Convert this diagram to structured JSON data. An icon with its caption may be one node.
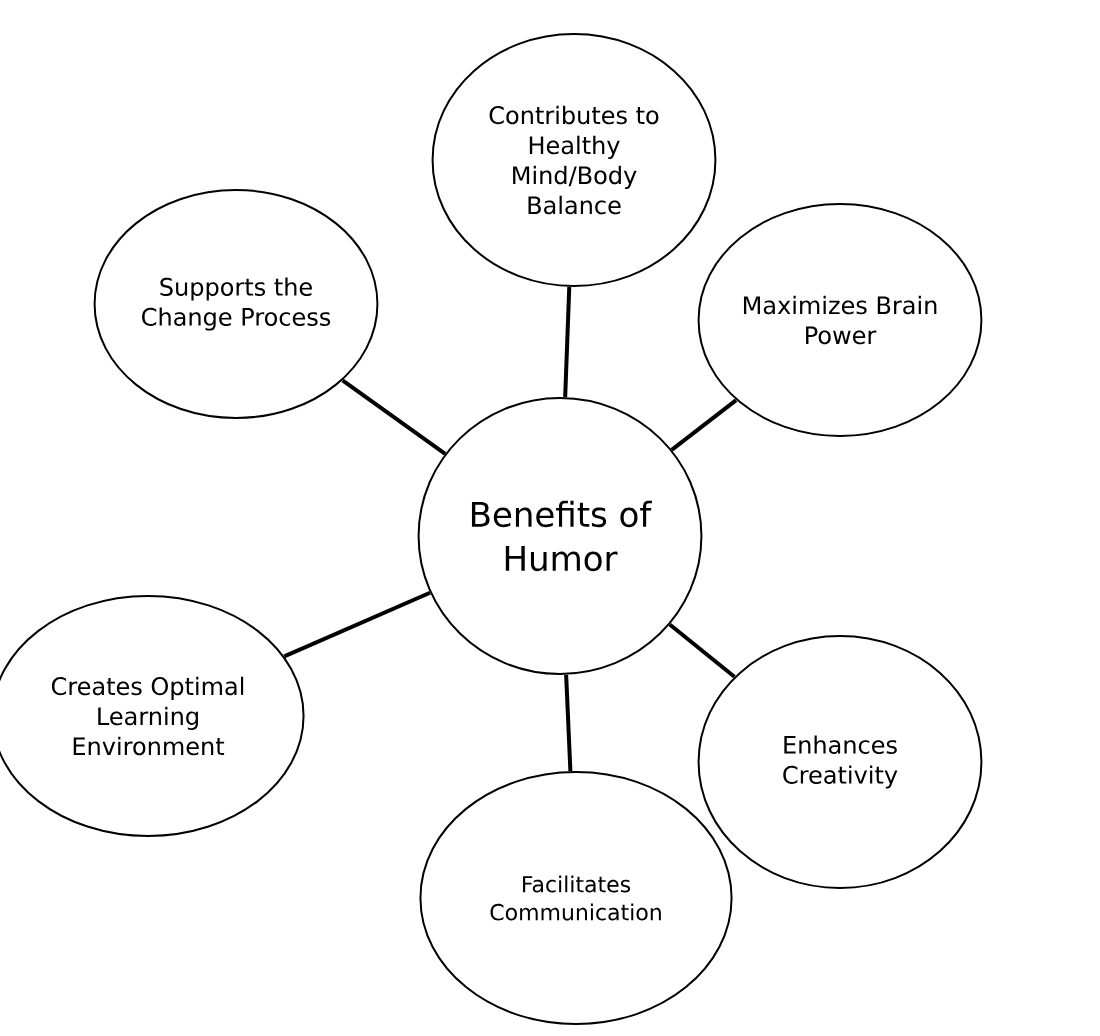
{
  "diagram": {
    "nodes": [
      {
        "text": [
          "Benefits of Humor"
        ]
      },
      {
        "text": [
          "Contributes to Healthy Mind/Body Balance"
        ]
      },
      {
        "text": [
          "Maximizes Brain Power"
        ]
      },
      {
        "text": [
          "Enhances Creativity"
        ]
      },
      {
        "text": [
          "Facilitates Communication"
        ]
      },
      {
        "text": [
          "Creates Optimal Learning Environment"
        ]
      },
      {
        "text": [
          "Supports the Change Process"
        ]
      }
    ],
    "edges": [
      {
        "from": 0,
        "to": 1,
        "arrow": "none"
      },
      {
        "from": 0,
        "to": 2,
        "arrow": "none"
      },
      {
        "from": 0,
        "to": 3,
        "arrow": "none"
      },
      {
        "from": 0,
        "to": 4,
        "arrow": "none"
      },
      {
        "from": 0,
        "to": 5,
        "arrow": "none"
      },
      {
        "from": 0,
        "to": 6,
        "arrow": "none"
      }
    ]
  }
}
